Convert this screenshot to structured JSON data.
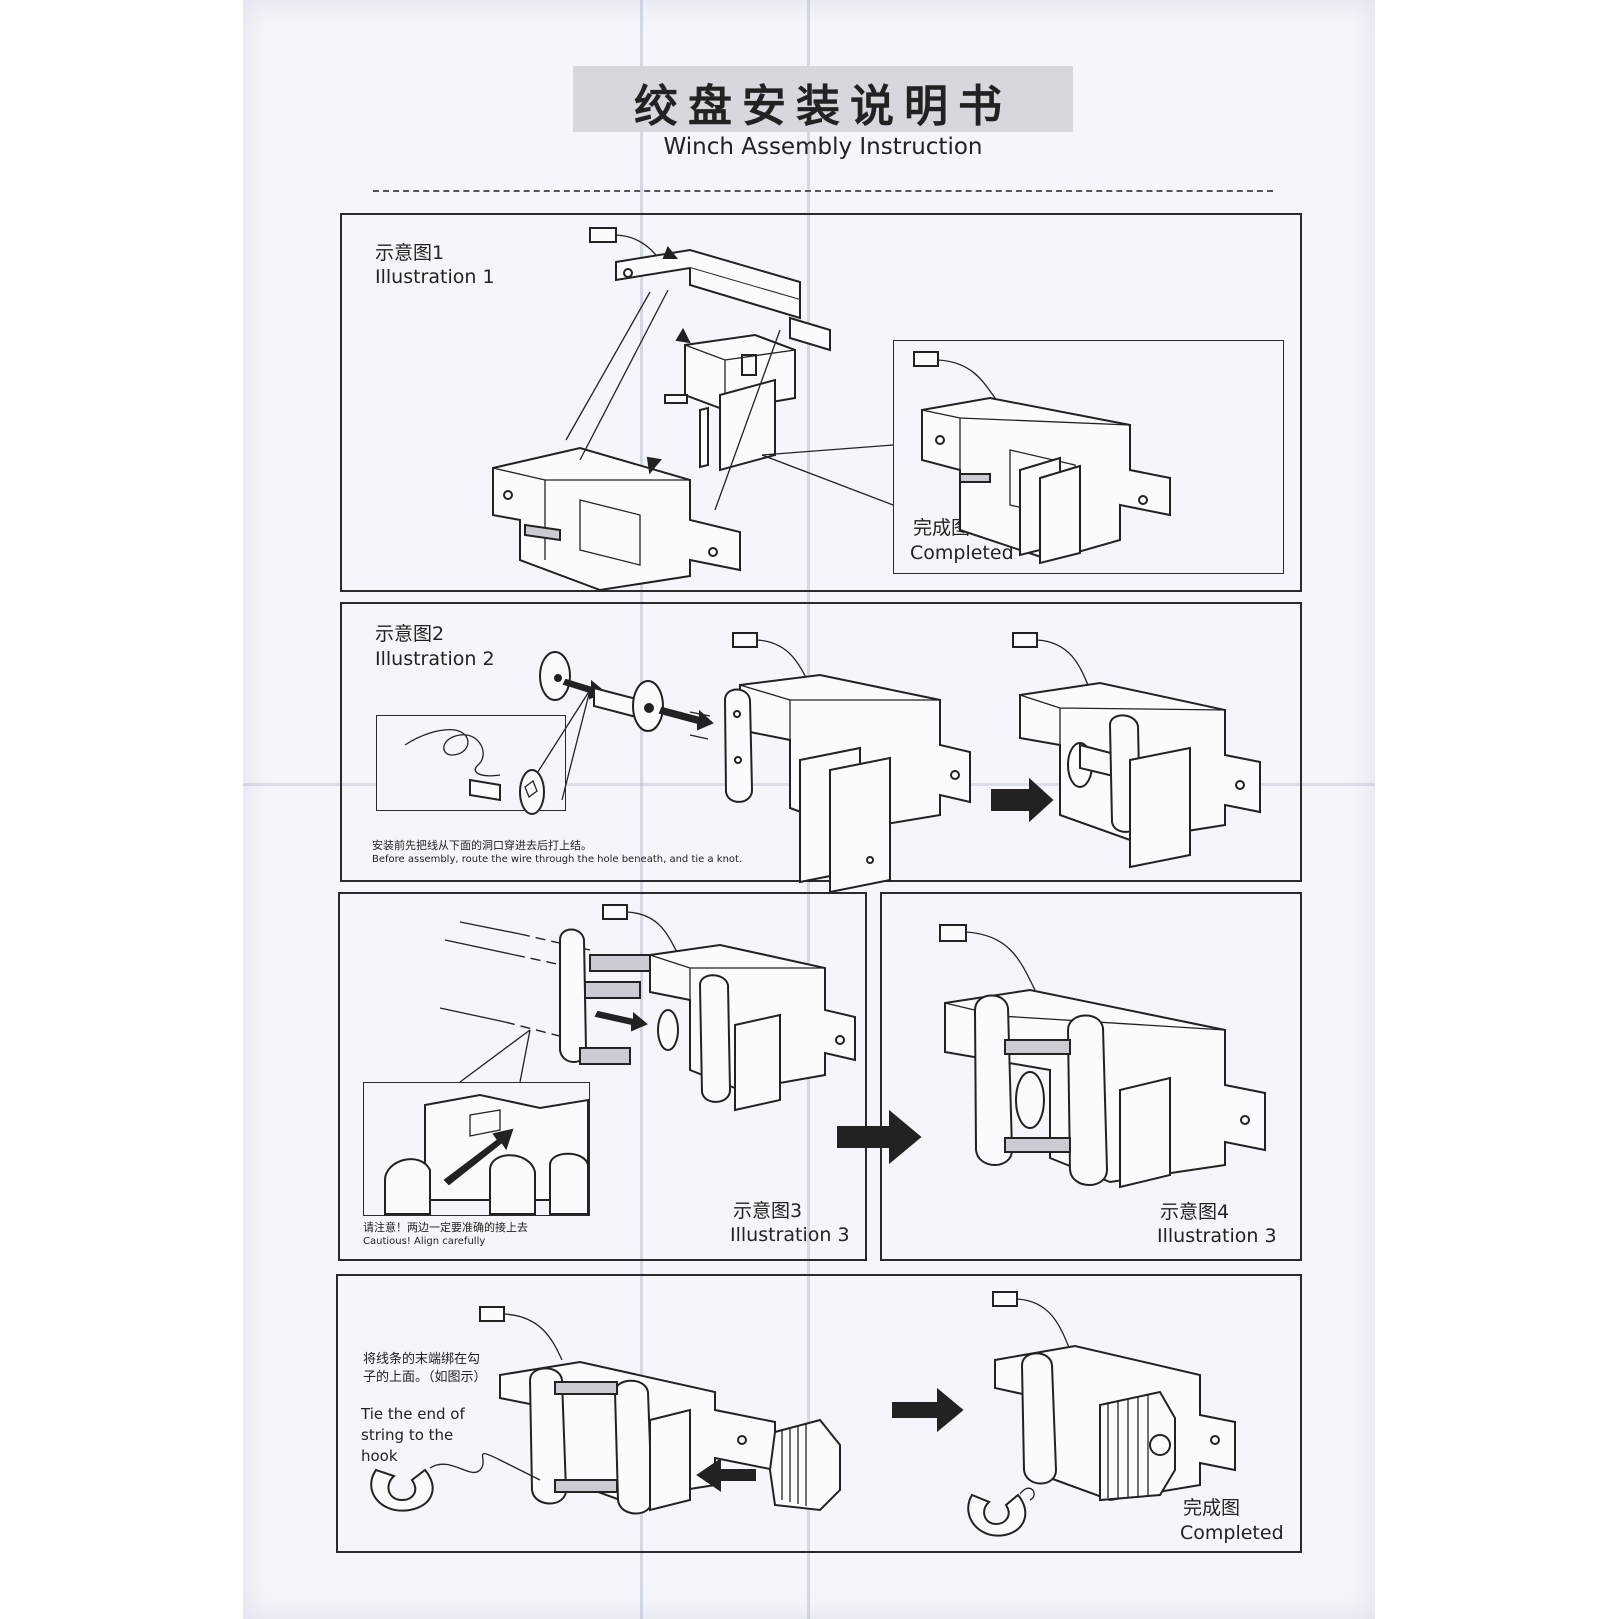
{
  "header": {
    "title_cn": "绞盘安装说明书",
    "title_en": "Winch Assembly Instruction"
  },
  "panels": {
    "p1": {
      "label_cn": "示意图1",
      "label_en": "Illustration 1",
      "completed_cn": "完成图",
      "completed_en": "Completed"
    },
    "p2": {
      "label_cn": "示意图2",
      "label_en": "Illustration 2",
      "note_cn": "安装前先把线从下面的洞口穿进去后打上结。",
      "note_en": "Before assembly, route the wire through the hole beneath, and tie a knot."
    },
    "p3": {
      "label_cn": "示意图3",
      "label_en": "Illustration 3",
      "note_cn": "请注意！两边一定要准确的接上去",
      "note_en": "Cautious! Align carefully"
    },
    "p4": {
      "label_cn": "示意图4",
      "label_en": "Illustration 3"
    },
    "p5": {
      "note_cn": "将线条的末端绑在勾子的上面。（如图示）",
      "note_en": "Tie the end of string to the hook",
      "completed_cn": "完成图",
      "completed_en": "Completed"
    }
  },
  "colors": {
    "paper": "#f4f6fb",
    "ink": "#222222",
    "title_band": "#d6d8de"
  }
}
